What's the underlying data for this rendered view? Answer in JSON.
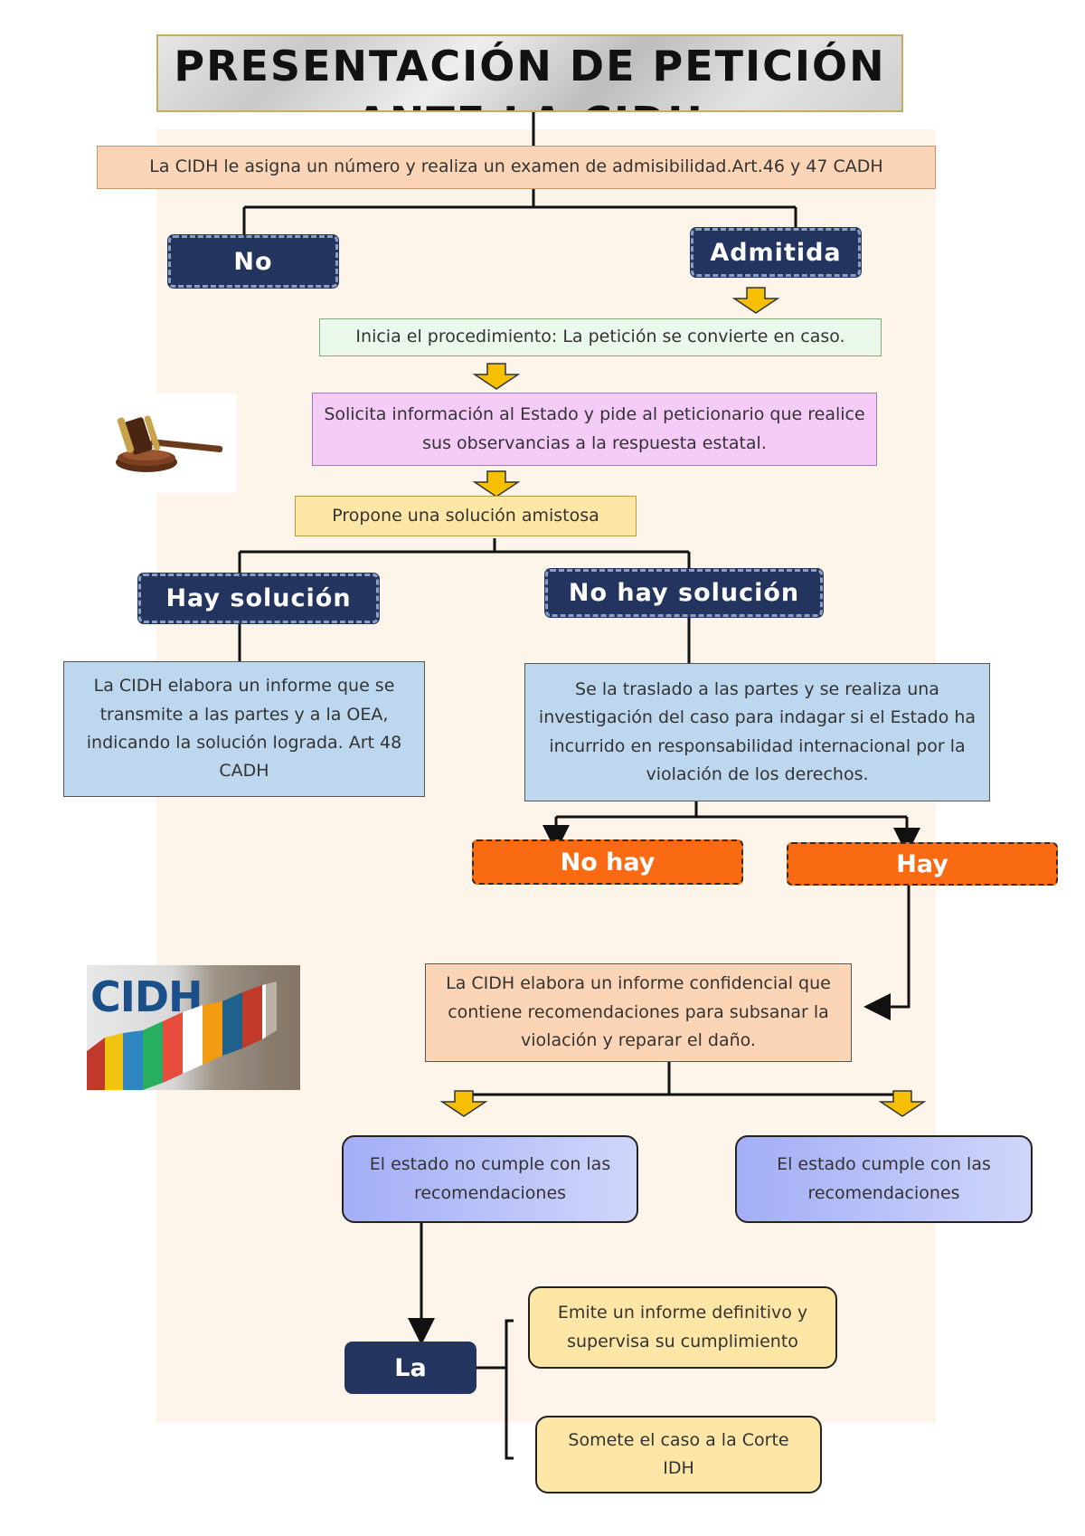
{
  "title": {
    "line1": "PRESENTACIÓN DE PETICIÓN",
    "line2": "ANTE LA CIDH"
  },
  "steps": {
    "admissibility": "La CIDH le asigna un número y realiza un examen de admisibilidad.Art.46 y 47 CADH",
    "no": "No",
    "admitted": "Admitida",
    "start_procedure": "Inicia el procedimiento: La petición se convierte en caso.",
    "request_info": "Solicita información al Estado y pide al peticionario que realice sus observancias a la respuesta estatal.",
    "friendly_solution": "Propone una solución amistosa",
    "has_solution": "Hay solución",
    "no_solution": "No hay solución",
    "report_solution": "La CIDH elabora un informe que se transmite a las partes y a la OEA, indicando la solución lograda. Art 48 CADH",
    "investigation": "Se la traslado a las partes y se realiza una investigación del caso para indagar si el Estado ha incurrido en responsabilidad internacional por la violación de los derechos.",
    "no_hay": "No hay",
    "hay": "Hay",
    "confidential_report": "La CIDH elabora un informe confidencial que contiene recomendaciones para subsanar la violación y reparar el daño.",
    "state_not_comply": "El estado no cumple con las recomendaciones",
    "state_comply": "El estado cumple con las recomendaciones",
    "la": "La",
    "final_report": "Emite un informe definitivo y supervisa su cumplimiento",
    "submit_court": "Somete el caso a la Corte IDH"
  },
  "images": {
    "gavel": "gavel-image",
    "cidh_logo_text": "CIDH"
  },
  "colors": {
    "navy": "#23355e",
    "orange": "#fa6a12",
    "peach": "#fbd5b5",
    "green": "#ebf9ed",
    "violet": "#f5ccf7",
    "yellow": "#fde6a6",
    "blue": "#bdd7ee",
    "lavender": "#a6b2f7",
    "arrow": "#f6c000"
  }
}
